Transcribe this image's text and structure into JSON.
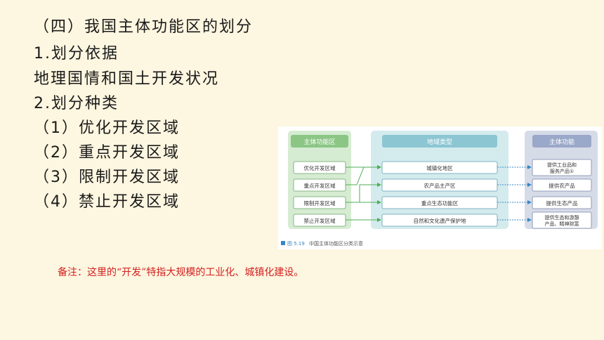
{
  "heading": "（四）我国主体功能区的划分",
  "item1": "1.划分依据",
  "basis": "地理国情和国土开发状况",
  "item2": "2.划分种类",
  "types": [
    "（1）优化开发区域",
    "（2）重点开发区域",
    "（3）限制开发区域",
    "（4）禁止开发区域"
  ],
  "diagram": {
    "col1_header": "主体功能区",
    "col2_header": "地域类型",
    "col3_header": "主体功能",
    "col1": [
      "优化开发区域",
      "重点开发区域",
      "限制开发区域",
      "禁止开发区域"
    ],
    "col2": [
      "城镇化地区",
      "农产品主产区",
      "重点生态功能区",
      "自然和文化遗产保护地"
    ],
    "col3": [
      [
        "提供工业品和",
        "服务产品①"
      ],
      [
        "提供农产品"
      ],
      [
        "提供生态产品"
      ],
      [
        "提供生态和游憩",
        "产品、精神财富"
      ]
    ],
    "caption_num": "图 5.19",
    "caption_text": "中国主体功能区分类示意",
    "colors": {
      "col1_bg": "#d6ecd2",
      "col1_header": "#8cc685",
      "col2_bg": "#d4ebee",
      "col2_header": "#8cc6d2",
      "col3_bg": "#d6dbe8",
      "col3_header": "#9aa8c9",
      "arrow_green": "#4fae57",
      "arrow_blue": "#3a86c2"
    }
  },
  "note": "备注：这里的“开发”特指大规模的工业化、城镇化建设。"
}
